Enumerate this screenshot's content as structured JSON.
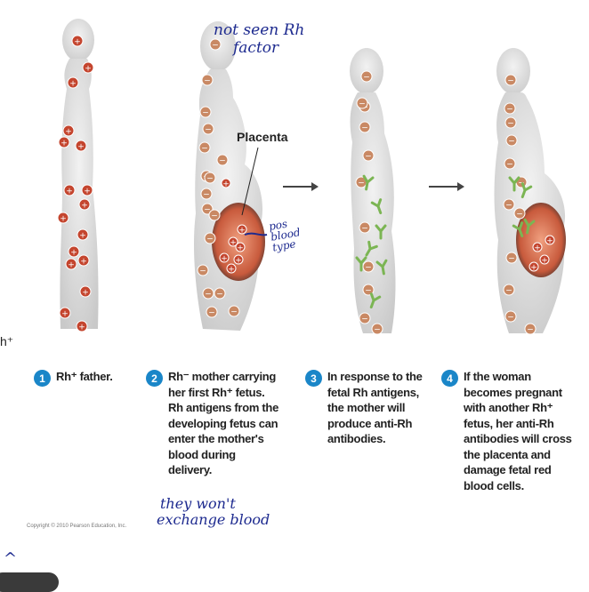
{
  "figure": {
    "placenta_label": "Placenta",
    "copyright": "Copyright © 2010 Pearson Education, Inc.",
    "edge_fragment": "h⁺",
    "colors": {
      "body_fill": "#d9d9d9",
      "rh_plus": "#c4452e",
      "rh_minus": "#c98964",
      "antibody": "#7bb553",
      "badge": "#1a86c8",
      "handwriting": "#1d2a8f"
    },
    "antigen_symbols": {
      "positive": "+",
      "negative": "−"
    }
  },
  "steps": [
    {
      "number": "1",
      "text": "Rh⁺ father."
    },
    {
      "number": "2",
      "text": "Rh⁻ mother carrying her first Rh⁺ fetus. Rh antigens from the developing fetus can enter the mother's blood during delivery."
    },
    {
      "number": "3",
      "text": "In response to the fetal Rh antigens, the mother will produce anti-Rh antibodies."
    },
    {
      "number": "4",
      "text": "If the woman becomes pregnant with another Rh⁺ fetus, her anti-Rh antibodies will cross the placenta and damage fetal red blood cells."
    }
  ],
  "annotations": {
    "top_note_line1": "not seen Rh",
    "top_note_line2": "factor",
    "fetus_note_line1": "pos",
    "fetus_note_line2": "blood",
    "fetus_note_line3": "type",
    "bottom_note_line1": "they won't",
    "bottom_note_line2": "exchange blood",
    "corner_mark": "^"
  }
}
